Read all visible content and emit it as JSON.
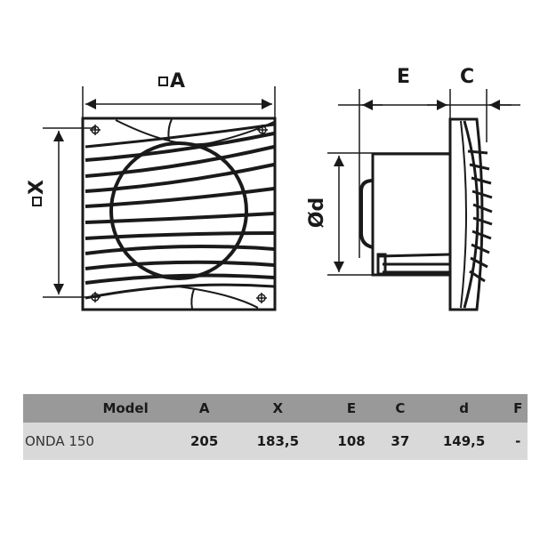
{
  "labels": {
    "A": "A",
    "X": "X",
    "E": "E",
    "C": "C",
    "d": "Ød"
  },
  "colors": {
    "line": "#1a1a1a",
    "header_bg": "#999999",
    "row_bg": "#d9d9d9"
  },
  "table": {
    "headers": [
      "Model",
      "A",
      "X",
      "E",
      "C",
      "d",
      "F"
    ],
    "rows": [
      [
        "ONDA 150",
        "205",
        "183,5",
        "108",
        "37",
        "149,5",
        "-"
      ]
    ]
  }
}
